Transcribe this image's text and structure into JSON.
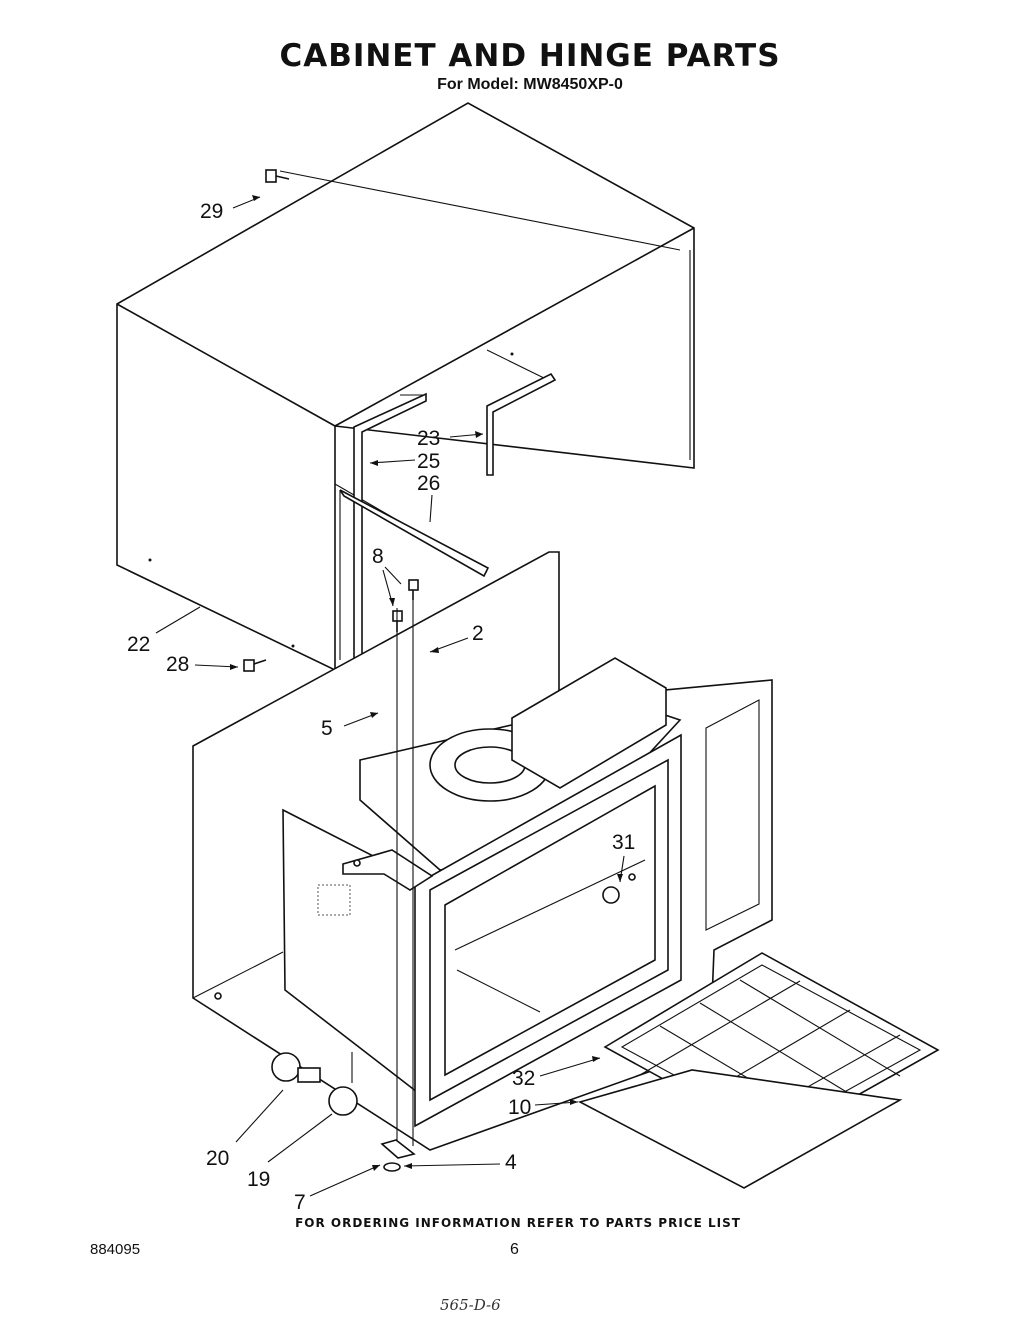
{
  "header": {
    "title": "CABINET AND HINGE PARTS",
    "subtitle": "For Model: MW8450XP-0"
  },
  "callouts": {
    "c29": "29",
    "c23": "23",
    "c25": "25",
    "c26": "26",
    "c8": "8",
    "c2": "2",
    "c22": "22",
    "c28": "28",
    "c5": "5",
    "c31": "31",
    "c32": "32",
    "c10": "10",
    "c20": "20",
    "c19": "19",
    "c4": "4",
    "c7": "7"
  },
  "footer": {
    "note": "FOR ORDERING INFORMATION REFER TO PARTS PRICE LIST",
    "doc_number": "884095",
    "page_number": "6",
    "handwritten": "565-D-6"
  }
}
